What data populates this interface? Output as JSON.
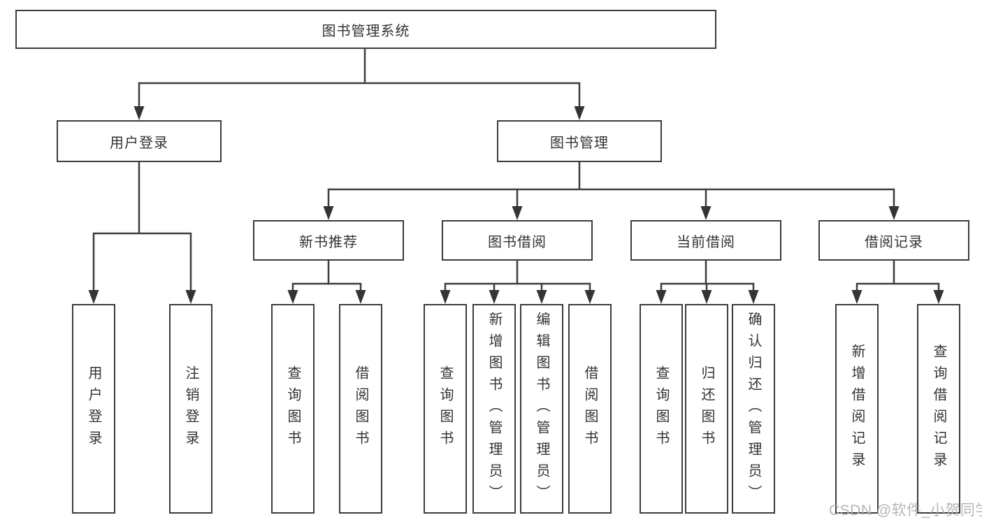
{
  "tree": {
    "root": {
      "label": "图书管理系统"
    },
    "branches": [
      {
        "label": "用户登录",
        "leaves": [
          {
            "label": "用户登录"
          },
          {
            "label": "注销登录"
          }
        ]
      },
      {
        "label": "图书管理",
        "children": [
          {
            "label": "新书推荐",
            "leaves": [
              {
                "label": "查询图书"
              },
              {
                "label": "借阅图书"
              }
            ]
          },
          {
            "label": "图书借阅",
            "leaves": [
              {
                "label": "查询图书"
              },
              {
                "label": "新增图书（管理员）"
              },
              {
                "label": "编辑图书（管理员）"
              },
              {
                "label": "借阅图书"
              }
            ]
          },
          {
            "label": "当前借阅",
            "leaves": [
              {
                "label": "查询图书"
              },
              {
                "label": "归还图书"
              },
              {
                "label": "确认归还（管理员）"
              }
            ]
          },
          {
            "label": "借阅记录",
            "leaves": [
              {
                "label": "新增借阅记录"
              },
              {
                "label": "查询借阅记录"
              }
            ]
          }
        ]
      }
    ]
  },
  "watermark": {
    "text": "CSDN @软件_小贺同学"
  },
  "colors": {
    "line": "#3c3c3c",
    "box_border": "#3c3c3c",
    "text": "#333333",
    "watermark": "#b3adad",
    "background": "#ffffff"
  }
}
